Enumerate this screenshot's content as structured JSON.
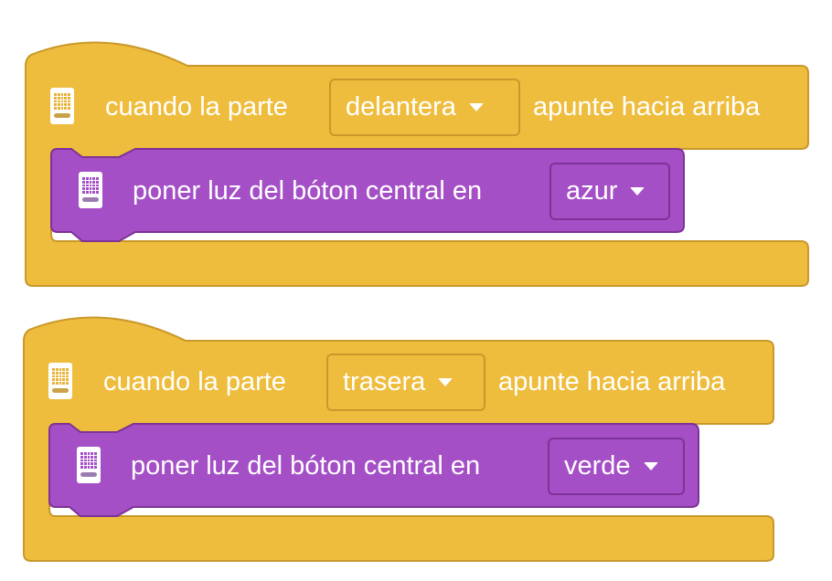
{
  "blocks": [
    {
      "event": {
        "prefix": "cuando la parte",
        "dropdown_value": "delantera",
        "suffix": "apunte hacia arriba",
        "icon": "hub-icon"
      },
      "action": {
        "text": "poner luz del bóton central en",
        "dropdown_value": "azur",
        "icon": "hub-icon"
      }
    },
    {
      "event": {
        "prefix": "cuando la parte",
        "dropdown_value": "trasera",
        "suffix": "apunte hacia arriba",
        "icon": "hub-icon"
      },
      "action": {
        "text": "poner luz del bóton central en",
        "dropdown_value": "verde",
        "icon": "hub-icon"
      }
    }
  ],
  "colors": {
    "event_block": "#efbd3d",
    "event_border": "#c9982a",
    "action_block": "#a54fc7",
    "action_border": "#7d3396",
    "text": "#ffffff"
  }
}
